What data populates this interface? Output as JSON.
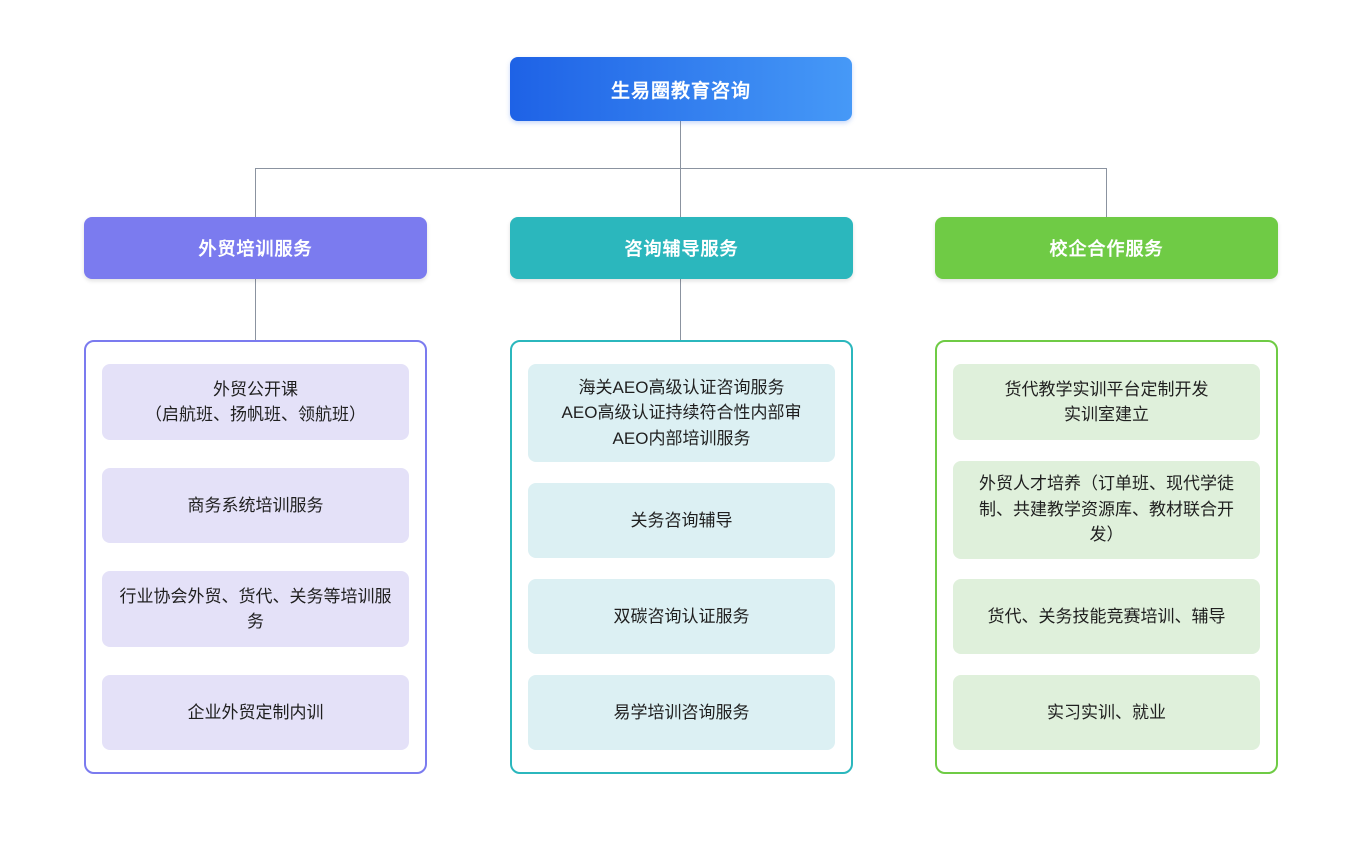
{
  "diagram": {
    "root": {
      "label": "生易圈教育咨询"
    },
    "root_gradient": [
      "#1e62e6",
      "#4699f7"
    ],
    "connector_color": "#8b93a0",
    "branches": [
      {
        "label": "外贸培训服务",
        "color": "#7b7bef",
        "item_bg": "#e4e1f8",
        "items": [
          "外贸公开课\n（启航班、扬帆班、领航班）",
          "商务系统培训服务",
          "行业协会外贸、货代、关务等培训服务",
          "企业外贸定制内训"
        ]
      },
      {
        "label": "咨询辅导服务",
        "color": "#2bb7bd",
        "item_bg": "#dcf0f3",
        "items": [
          "海关AEO高级认证咨询服务\nAEO高级认证持续符合性内部审\nAEO内部培训服务",
          "关务咨询辅导",
          "双碳咨询认证服务",
          "易学培训咨询服务"
        ]
      },
      {
        "label": "校企合作服务",
        "color": "#6fcb45",
        "item_bg": "#dff0db",
        "items": [
          "货代教学实训平台定制开发\n实训室建立",
          "外贸人才培养（订单班、现代学徒制、共建教学资源库、教材联合开发）",
          "货代、关务技能竞赛培训、辅导",
          "实习实训、就业"
        ]
      }
    ]
  }
}
